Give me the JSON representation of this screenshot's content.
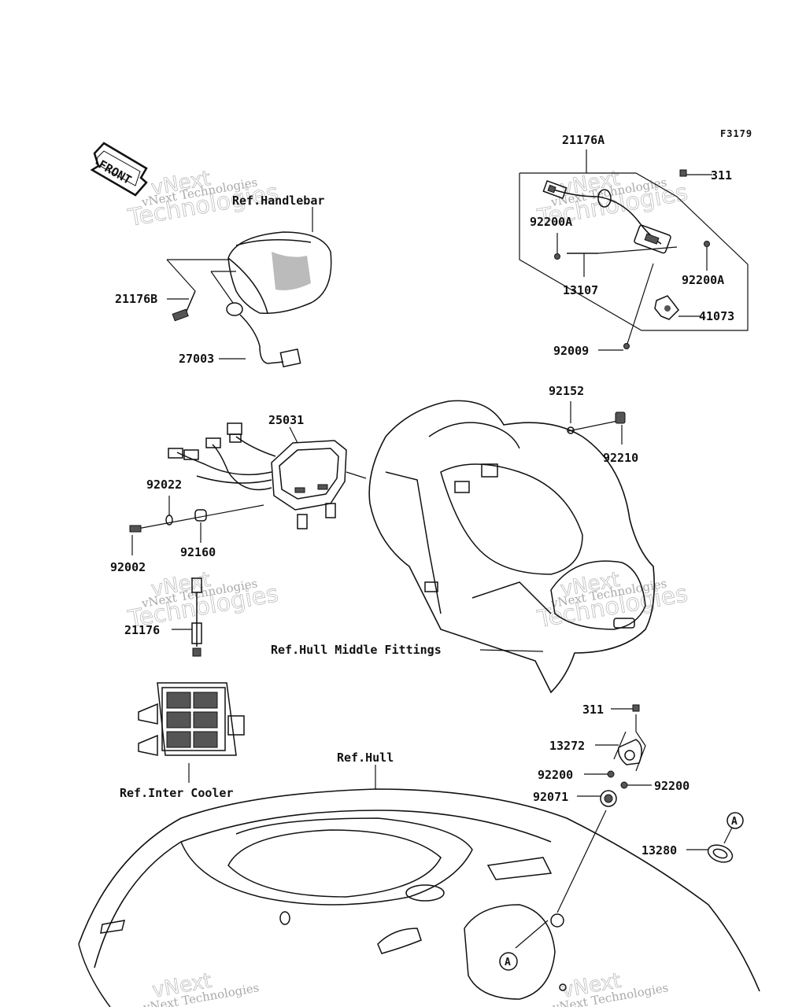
{
  "diagram_code": "F3179",
  "front_label": "FRONT",
  "watermark": {
    "line1": "vNext",
    "line2": "Technologies",
    "small": "vNext Technologies"
  },
  "callout_letter": "A",
  "refs": {
    "handlebar": "Ref.Handlebar",
    "hull_middle": "Ref.Hull Middle Fittings",
    "inter_cooler": "Ref.Inter Cooler",
    "hull": "Ref.Hull"
  },
  "parts": {
    "p21176A": "21176A",
    "p311_top": "311",
    "p92200A_left": "92200A",
    "p13107": "13107",
    "p92200A_right": "92200A",
    "p41073": "41073",
    "p92009": "92009",
    "p21176B": "21176B",
    "p27003": "27003",
    "p25031": "25031",
    "p92152": "92152",
    "p92210": "92210",
    "p92022": "92022",
    "p92160": "92160",
    "p92002": "92002",
    "p21176": "21176",
    "p311_bottom": "311",
    "p13272": "13272",
    "p92200_left": "92200",
    "p92200_right": "92200",
    "p92071": "92071",
    "p13280": "13280"
  }
}
